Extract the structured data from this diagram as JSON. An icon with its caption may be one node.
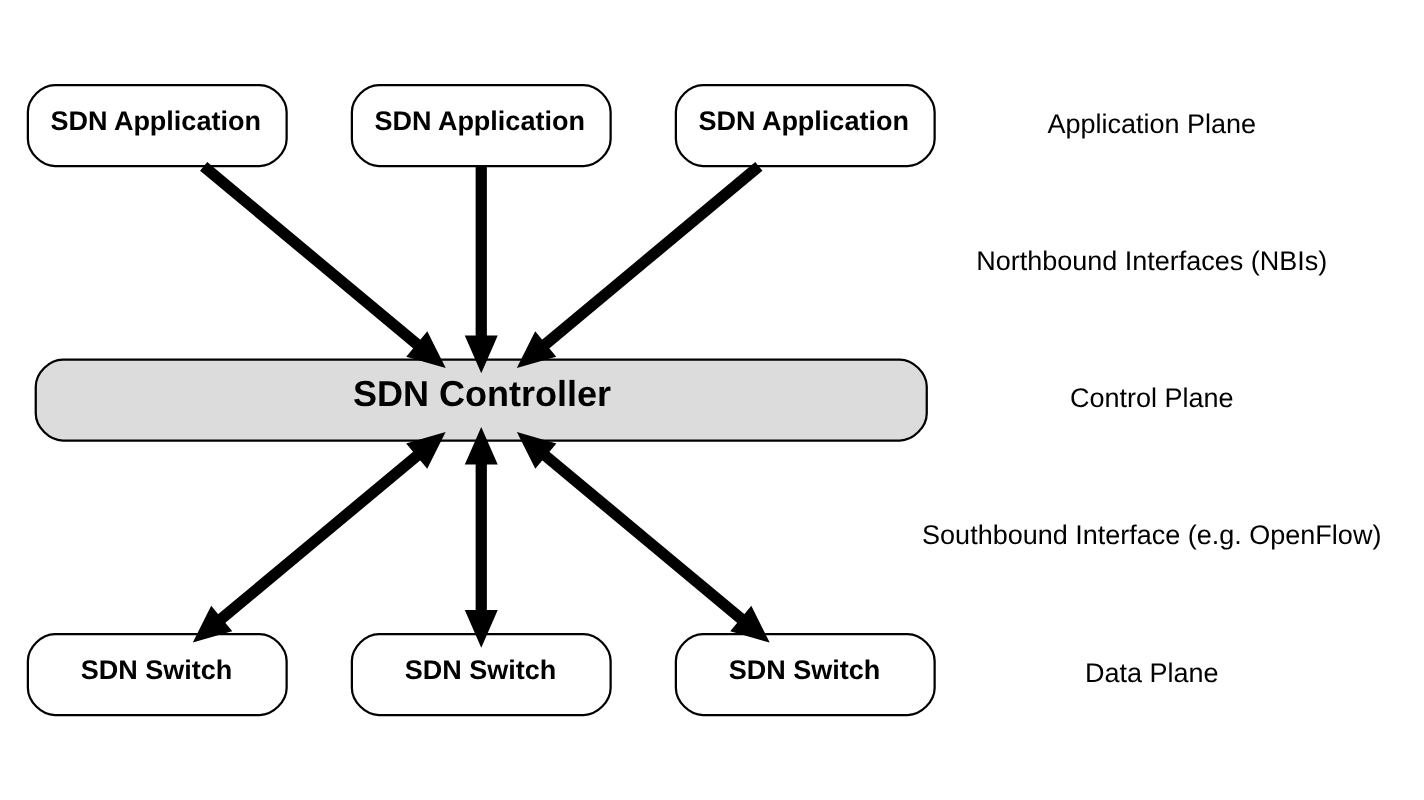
{
  "diagram": {
    "nodes": [
      {
        "text": [
          "SDN Application"
        ]
      },
      {
        "text": [
          "SDN Application"
        ]
      },
      {
        "text": [
          "SDN Application"
        ]
      },
      {
        "text": [
          "SDN Controller"
        ]
      },
      {
        "text": [
          "SDN Switch"
        ]
      },
      {
        "text": [
          "SDN Switch"
        ]
      },
      {
        "text": [
          "SDN Switch"
        ]
      }
    ],
    "edges": [
      {
        "from": 0,
        "to": 3,
        "arrow": "to"
      },
      {
        "from": 1,
        "to": 3,
        "arrow": "to"
      },
      {
        "from": 2,
        "to": 3,
        "arrow": "to"
      },
      {
        "from": 3,
        "to": 4,
        "arrow": "both"
      },
      {
        "from": 3,
        "to": 5,
        "arrow": "both"
      },
      {
        "from": 3,
        "to": 6,
        "arrow": "both"
      }
    ],
    "labels": [
      "Application Plane",
      "Northbound Interfaces (NBIs)",
      "Control Plane",
      "Southbound Interface (e.g. OpenFlow)",
      "Data Plane"
    ]
  }
}
